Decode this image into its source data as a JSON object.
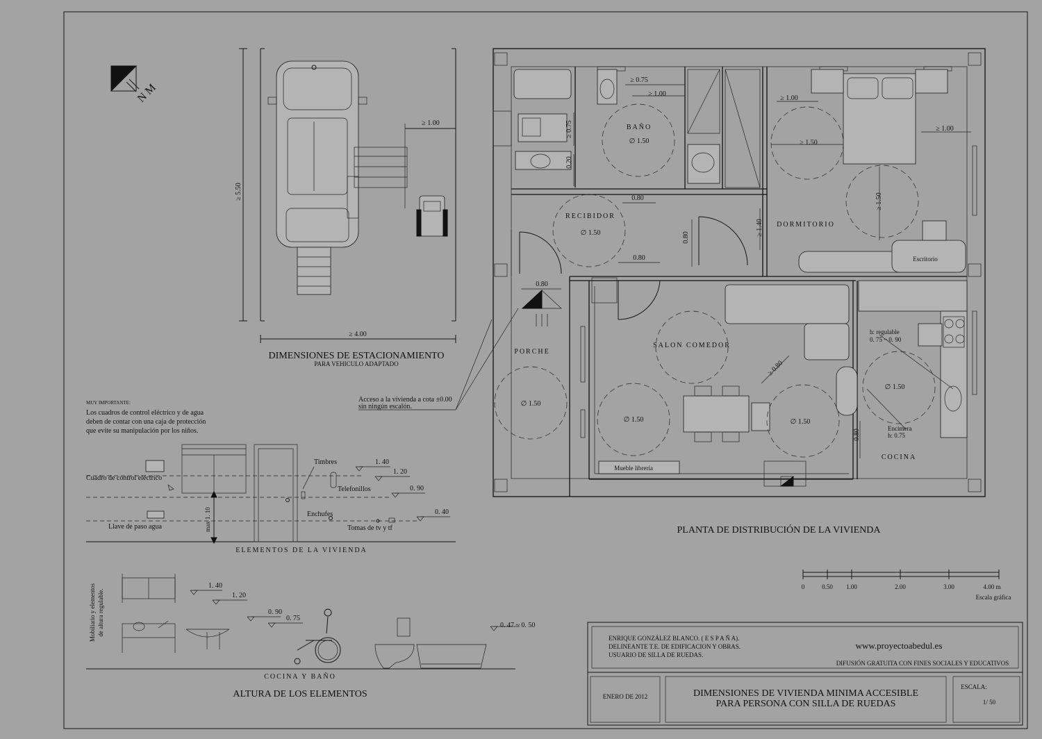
{
  "north_label": "N M",
  "parking": {
    "title": "DIMENSIONES DE ESTACIONAMIENTO",
    "subtitle": "PARA VEHICULO ADAPTADO",
    "dim_length": "≥ 5.50",
    "dim_width": "≥ 4.00",
    "dim_side": "≥ 1.00"
  },
  "note": {
    "heading": "MUY IMPORTANTE:",
    "lines": [
      "Los cuadros de control eléctrico y  de agua",
      "deben de contar con una caja de protección",
      "que evite  su  manipulación  por  los  niños."
    ]
  },
  "access_note": {
    "lines": [
      "Acceso a la vivienda a cota ±0.00",
      "sin ningún escalón."
    ]
  },
  "elements": {
    "title": "ELEMENTOS DE LA VIVIENDA",
    "cuadro": "Cuadro de control eléctrico",
    "llave": "Llave de paso agua",
    "max": "max 1. 10",
    "timbres": "Timbres",
    "telefonillos": "Telefonillos",
    "enchufes": "Enchufes",
    "tomas": "Tomas de tv y tf",
    "h140": "1. 40",
    "h120": "1. 20",
    "h090": "0. 90",
    "h040": "0. 40"
  },
  "kitchen_bath": {
    "title": "COCINA Y BAÑO",
    "side_label_1": "Mobiliario y elementos",
    "side_label_2": "de altura regulable.",
    "h140": "1. 40",
    "h120": "1. 20",
    "h090": "0. 90",
    "h075": "0. 75",
    "h047": "0. 47 ~ 0. 50"
  },
  "heights_title": "ALTURA DE LOS ELEMENTOS",
  "plan": {
    "title": "PLANTA DE DISTRIBUCIÓN DE LA VIVIENDA",
    "rooms": {
      "bano": "BAÑO",
      "recibidor": "RECIBIDOR",
      "dormitorio": "DORMITORIO",
      "porche": "PORCHE",
      "salon": "SALON COMEDOR",
      "cocina": "COCINA"
    },
    "escritorio": "Escritorio",
    "mueble": "Mueble librería",
    "circle_label": "∅ 1.50",
    "dims": {
      "d075a": "≥ 0.75",
      "d100a": "≥ 1.00",
      "d075v": "≥ 0.75",
      "d020": "0.20",
      "d080a": "0.80",
      "d080b": "0.80",
      "d080c": "0.80",
      "d080d": "0.80",
      "d080e": "≥ 0.80",
      "d080f": "0.80",
      "d140": "≥ 1.40",
      "d100b": "≥ 1.00",
      "d150a": "≥ 1.50",
      "d150b": "≥ 1.50",
      "d100c": "≥ 1.00"
    },
    "h_regulable": "h:  regulable",
    "h_range": "0. 75 ~ 0. 90",
    "encimera": "Encimera",
    "encimera_h": "h:  0.75"
  },
  "scale_bar": {
    "ticks": [
      "0",
      "0.50",
      "1.00",
      "2.00",
      "3.00",
      "4.00 m"
    ],
    "label": "Escala gráfica"
  },
  "title_block": {
    "author_lines": [
      "ENRIQUE GONZÁLEZ BLANCO.    ( E S P A Ñ A).",
      "DELINEANTE T.E. DE EDIFICACION  Y OBRAS.",
      "USUARIO DE SILLA DE RUEDAS."
    ],
    "website": "www.proyectoabedul.es",
    "dissemination": "DIFUSIÓN GRATUITA CON FINES SOCIALES Y EDUCATIVOS",
    "date": "ENERO DE 2012",
    "main_title_1": "DIMENSIONES DE VIVIENDA MINIMA ACCESIBLE",
    "main_title_2": "PARA PERSONA CON SILLA DE RUEDAS",
    "scale_label": "ESCALA:",
    "scale_value": "1/ 50"
  }
}
